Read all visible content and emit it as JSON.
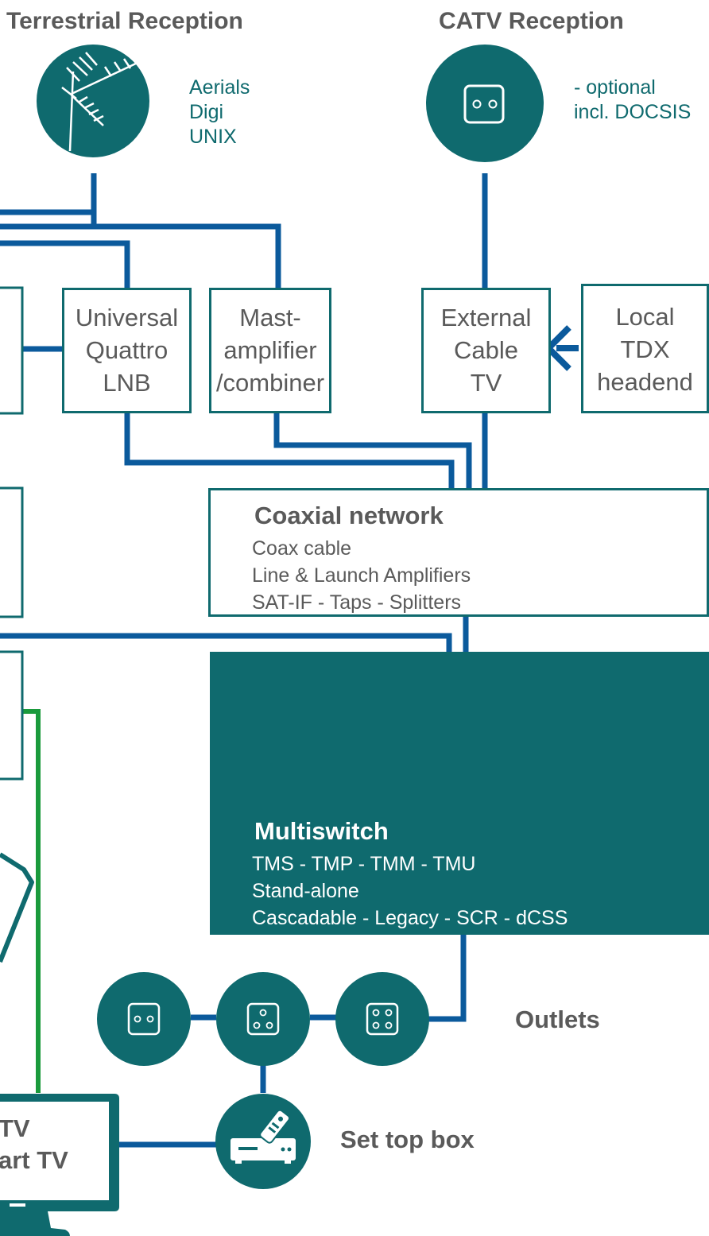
{
  "colors": {
    "teal": "#0f6a6e",
    "blue": "#0b5a9c",
    "green": "#1a9a3c",
    "gray_text": "#5a5a5a"
  },
  "terrestrial": {
    "title": "Terrestrial Reception",
    "icon": "antenna-icon",
    "notes": [
      "Aerials",
      "Digi",
      "UNIX"
    ]
  },
  "catv": {
    "title": "CATV Reception",
    "icon": "socket-icon",
    "notes": [
      "- optional",
      "incl. DOCSIS"
    ]
  },
  "boxes": {
    "lnb": [
      "Universal",
      "Quattro",
      "LNB"
    ],
    "mast": [
      "Mast-",
      "amplifier",
      "/combiner"
    ],
    "external": [
      "External",
      "Cable",
      "TV"
    ],
    "local": [
      "Local",
      "TDX",
      "headend"
    ]
  },
  "coax": {
    "title": "Coaxial network",
    "items": [
      "Coax cable",
      "Line & Launch Amplifiers",
      "SAT-IF - Taps - Splitters"
    ]
  },
  "multiswitch": {
    "title": "Multiswitch",
    "items": [
      "TMS - TMP - TMM - TMU",
      "Stand-alone",
      "Cascadable - Legacy - SCR - dCSS"
    ]
  },
  "outlets": {
    "label": "Outlets",
    "icons": [
      "outlet-2-icon",
      "outlet-3-icon",
      "outlet-4-icon"
    ]
  },
  "settop": {
    "label": "Set top box",
    "icon": "set-top-box-icon"
  },
  "tv": {
    "lines": [
      "TV",
      "art TV"
    ]
  }
}
